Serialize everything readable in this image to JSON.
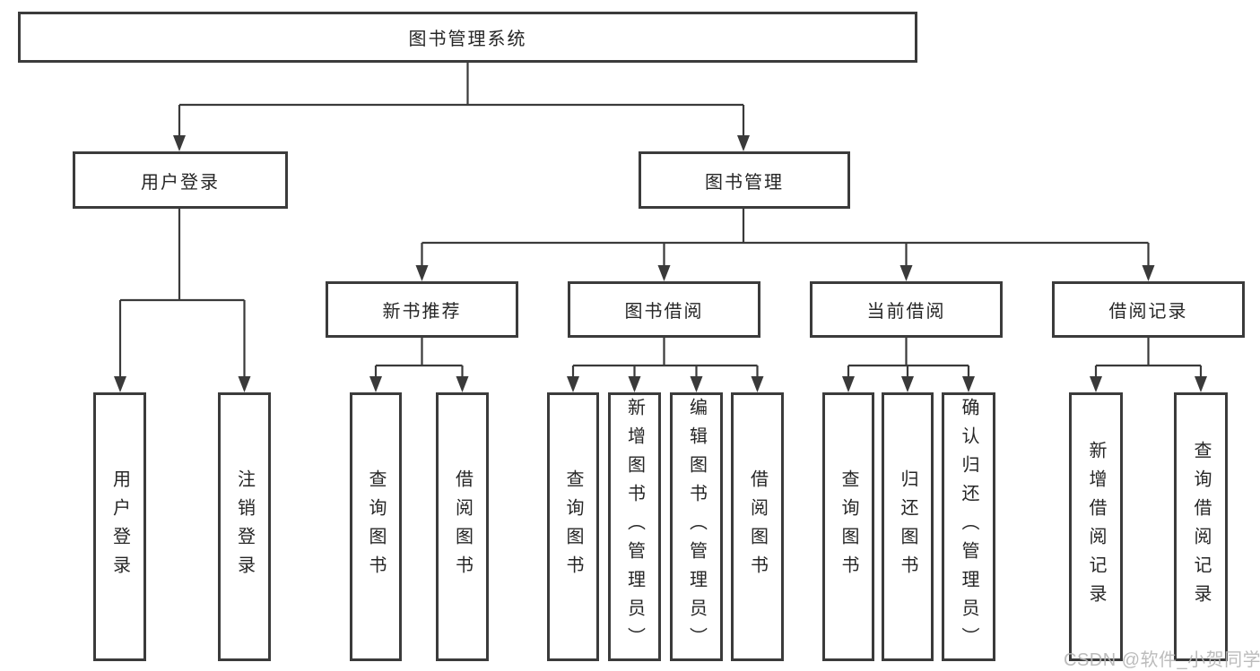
{
  "tree": {
    "root": "图书管理系统",
    "level2": [
      "用户登录",
      "图书管理"
    ],
    "level3": [
      "新书推荐",
      "图书借阅",
      "当前借阅",
      "借阅记录"
    ],
    "leaves": {
      "user_login": [
        "用户登录",
        "注销登录"
      ],
      "new_book_recommend": [
        "查询图书",
        "借阅图书"
      ],
      "book_borrowing": [
        "查询图书",
        "新增图书（管理员）",
        "编辑图书（管理员）",
        "借阅图书"
      ],
      "current_borrowing": [
        "查询图书",
        "归还图书",
        "确认归还（管理员）"
      ],
      "borrowing_records": [
        "新增借阅记录",
        "查询借阅记录"
      ]
    }
  },
  "watermark": {
    "text": "CSDN @软件_小贺同学"
  },
  "colors": {
    "line": "#3a3a3a",
    "box_border": "#3b3b3b",
    "box_background": "#ffffff",
    "text": "#262626",
    "watermark": "#b5b5b5",
    "page_background": "#ffffff"
  }
}
